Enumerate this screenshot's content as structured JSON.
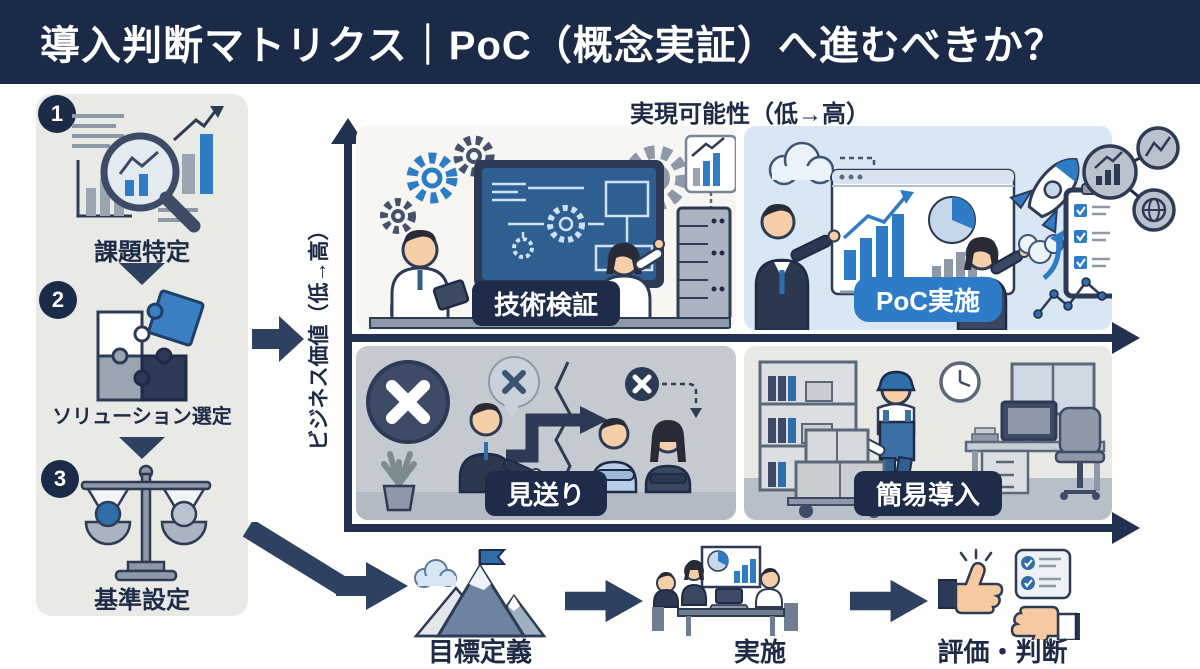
{
  "header": {
    "title": "導入判断マトリクス｜PoC（概念実証）へ進むべきか？"
  },
  "sidebar": {
    "steps": [
      {
        "number": "1",
        "label": "課題特定",
        "icon": "magnifier-chart-icon"
      },
      {
        "number": "2",
        "label": "ソリューション選定",
        "icon": "puzzle-icon"
      },
      {
        "number": "3",
        "label": "基準設定",
        "icon": "balance-scale-icon"
      }
    ]
  },
  "matrix": {
    "x_axis_label": "実現可能性（低→高）",
    "y_axis_label": "ビジネス価値（低→高）",
    "quadrants": [
      {
        "position": "top-left",
        "label": "技術検証",
        "badge_color": "#1f2c49",
        "background": "#f7f6f3"
      },
      {
        "position": "top-right",
        "label": "PoC実施",
        "badge_color": "#2e7cc7",
        "background": "#d9e7f4"
      },
      {
        "position": "bottom-left",
        "label": "見送り",
        "badge_color": "#1f2c49",
        "background": "#c5cad1"
      },
      {
        "position": "bottom-right",
        "label": "簡易導入",
        "badge_color": "#1f2c49",
        "background": "#e8e8e5"
      }
    ]
  },
  "flow": {
    "steps": [
      {
        "label": "目標定義",
        "icon": "mountain-flag-icon"
      },
      {
        "label": "実施",
        "icon": "meeting-icon"
      },
      {
        "label": "評価・判断",
        "icon": "thumbs-up-down-icon"
      }
    ]
  },
  "colors": {
    "header_bg": "#1b2a47",
    "accent_navy": "#2e4160",
    "accent_blue": "#2e7cc7",
    "text_navy": "#1e2b47",
    "sidebar_bg": "#e9e9e6"
  }
}
